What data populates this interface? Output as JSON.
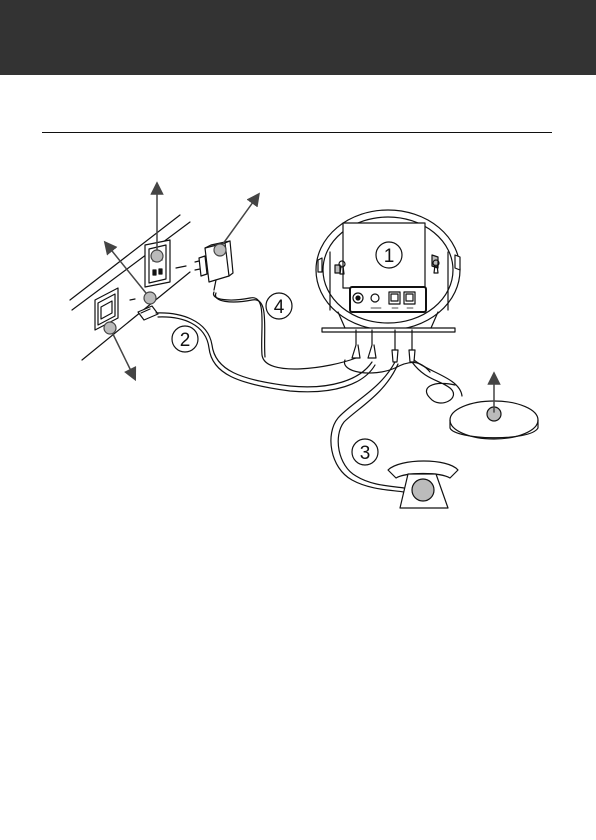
{
  "header": {
    "title": ""
  },
  "diagram": {
    "callouts": [
      "1",
      "2",
      "3",
      "4"
    ]
  },
  "colors": {
    "header_band": "#333333",
    "line": "#111111",
    "fill_gray": "#bbbbbb"
  }
}
